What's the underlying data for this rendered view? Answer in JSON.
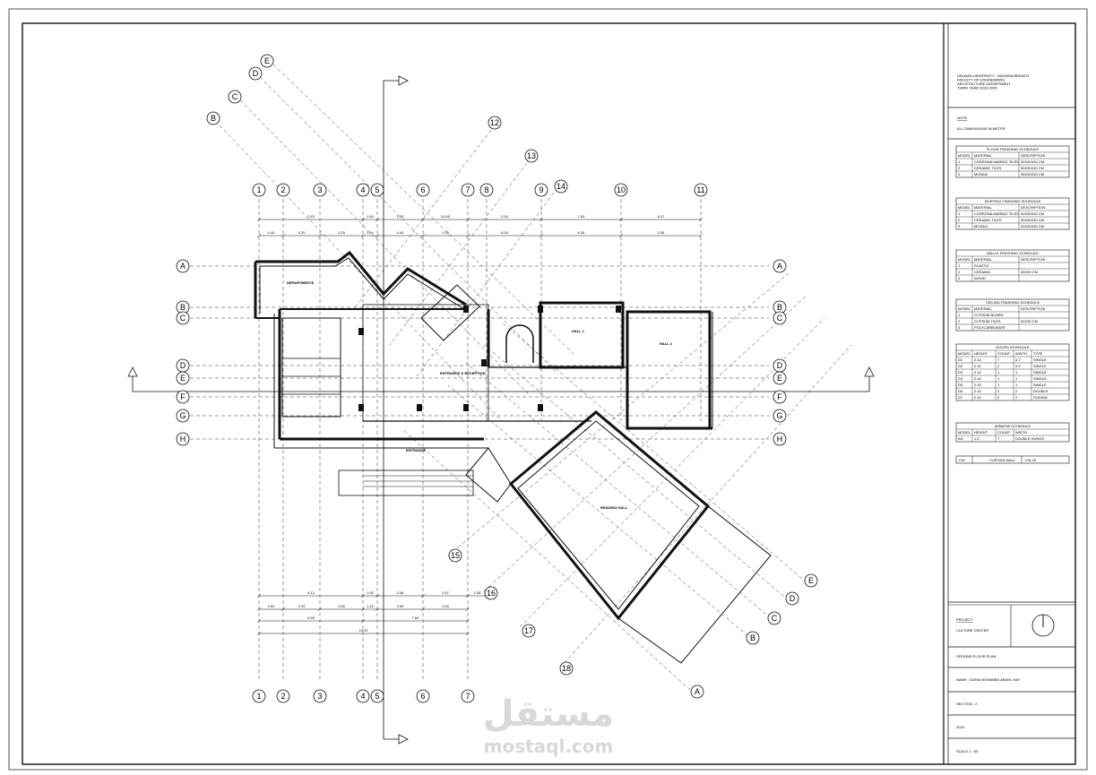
{
  "title_block": {
    "institution": [
      "HELWAN UNIVERSITY - MATARIA BRANCH",
      "FACULTY OF ENGINEERING",
      "ARCHITECTURE DEPARTMENT",
      "THIRD YEAR 2023-2024"
    ],
    "note_title": "NOTE",
    "note_text": "ALL DIMENSIONS IN METER",
    "project_label": "PROJECT",
    "project_name": "CULTURE CENTER",
    "drawing_title": "GROUND FLOOR PLAN",
    "author": "NAME : DOHA MOHAMED ABDEL HAY",
    "section": "SECTION : 2",
    "year": "2024",
    "scale": "SCALE 1 : 50"
  },
  "schedules": [
    {
      "title": "FLOOR FINISHING SCHEDULE",
      "headers": [
        "MODEL",
        "MATERIAL",
        "DESCRIPTION"
      ],
      "rows": [
        [
          "1",
          "CORRONA MARBLE TILES",
          "30X30X30 CM"
        ],
        [
          "2",
          "CERAMIC TILES",
          "30X30X30 CM"
        ],
        [
          "3",
          "MOSAIC",
          "30X30X30 CM"
        ]
      ]
    },
    {
      "title": "SKIRTING FINISHING SCHEDULE",
      "headers": [
        "MODEL",
        "MATERIAL",
        "DESCRIPTION"
      ],
      "rows": [
        [
          "1",
          "CORRONA MARBLE TILES",
          "30X30X30 CM"
        ],
        [
          "2",
          "CERAMIC TILES",
          "30X30X30 CM"
        ],
        [
          "3",
          "MOSAIC",
          "30X30X30 CM"
        ]
      ]
    },
    {
      "title": "WALLS FINISHING SCHEDULE",
      "headers": [
        "MODEL",
        "MATERIAL",
        "DESCRIPTION"
      ],
      "rows": [
        [
          "1",
          "PLASTIC",
          ""
        ],
        [
          "2",
          "CERAMIC",
          "30X30 CM"
        ],
        [
          "3",
          "WOOD",
          ""
        ]
      ]
    },
    {
      "title": "CEILING FINISHING SCHEDULE",
      "headers": [
        "MODEL",
        "MATERIAL",
        "DESCRIPTION"
      ],
      "rows": [
        [
          "1",
          "GYPSUM BOARD",
          ""
        ],
        [
          "2",
          "GYPSUM TILES",
          "30X30 CM"
        ],
        [
          "3",
          "POLYCARBONATE",
          ""
        ]
      ]
    },
    {
      "title": "DOORS SCHEDULE",
      "headers": [
        "MODEL",
        "HEIGHT",
        "COUNT",
        "WIDTH",
        "TYPE"
      ],
      "rows": [
        [
          "D1",
          "2.10",
          "7",
          "0.7",
          "SINGLE"
        ],
        [
          "D2",
          "2.10",
          "2",
          "0.9",
          "SINGLE"
        ],
        [
          "D3",
          "2.10",
          "1",
          "1",
          "SINGLE"
        ],
        [
          "D4",
          "2.10",
          "1",
          "1",
          "SINGLE"
        ],
        [
          "D5",
          "2.10",
          "1",
          "1",
          "SINGLE"
        ],
        [
          "D6",
          "2.10",
          "2",
          "2",
          "DOUBLE"
        ],
        [
          "D7",
          "2.10",
          "2",
          "2",
          "SLIDING"
        ]
      ]
    },
    {
      "title": "WINDOW SCHEDULE",
      "headers": [
        "MODEL",
        "HEIGHT",
        "COUNT",
        "WIDTH"
      ],
      "rows": [
        [
          "W1",
          "1.5",
          "7",
          "DOUBLE HUNGS"
        ]
      ]
    }
  ],
  "curtain_wall": {
    "model": "CW",
    "name": "CURTAIN WALL",
    "size": "CW 20"
  },
  "grid_bubbles": {
    "top_columns": [
      "1",
      "2",
      "3",
      "4",
      "5",
      "6",
      "7",
      "8",
      "9",
      "10",
      "11"
    ],
    "bottom_columns": [
      "1",
      "2",
      "3",
      "4",
      "5",
      "6",
      "7"
    ],
    "rows_left": [
      "A",
      "B",
      "C",
      "D",
      "E",
      "F",
      "G",
      "H"
    ],
    "rows_right": [
      "A",
      "B",
      "C",
      "D",
      "E",
      "F",
      "G",
      "H"
    ],
    "diag_top": [
      "B",
      "C",
      "D",
      "E"
    ],
    "diag_num_top": [
      "12",
      "13",
      "14"
    ],
    "diag_num_bottom": [
      "15",
      "16",
      "17",
      "18"
    ],
    "diag_bottom": [
      "A",
      "B",
      "C",
      "D",
      "E"
    ]
  },
  "room_labels": {
    "departments": "DEPARTMENTS",
    "hall1": "HALL 1",
    "hall2": "HALL 2",
    "entrance_reception": "ENTRANCE &\nRECEPTION",
    "entrance": "ENTRANCE",
    "reading_hall": "READING HALL"
  },
  "dims": {
    "top1": [
      "7.63",
      "2.64",
      "1.05",
      "20.55",
      "2.94",
      "7.63",
      "6.47"
    ],
    "top2": [
      "0.40",
      "3.29",
      "2.25",
      "2.64",
      "0.40",
      "1.05",
      "6.09",
      "6.36",
      "2.36"
    ],
    "bottom1": [
      "6.12",
      "1.90",
      "2.08",
      "2.57",
      "2.38"
    ],
    "bottom2": [
      "2.60",
      "2.33",
      "2.65",
      "1.25",
      "2.65",
      "2.45"
    ],
    "bottom3": [
      "6.59",
      "7.84"
    ],
    "total": "18.29"
  },
  "watermark": {
    "arabic": "مستقل",
    "latin": "mostaql.com"
  }
}
